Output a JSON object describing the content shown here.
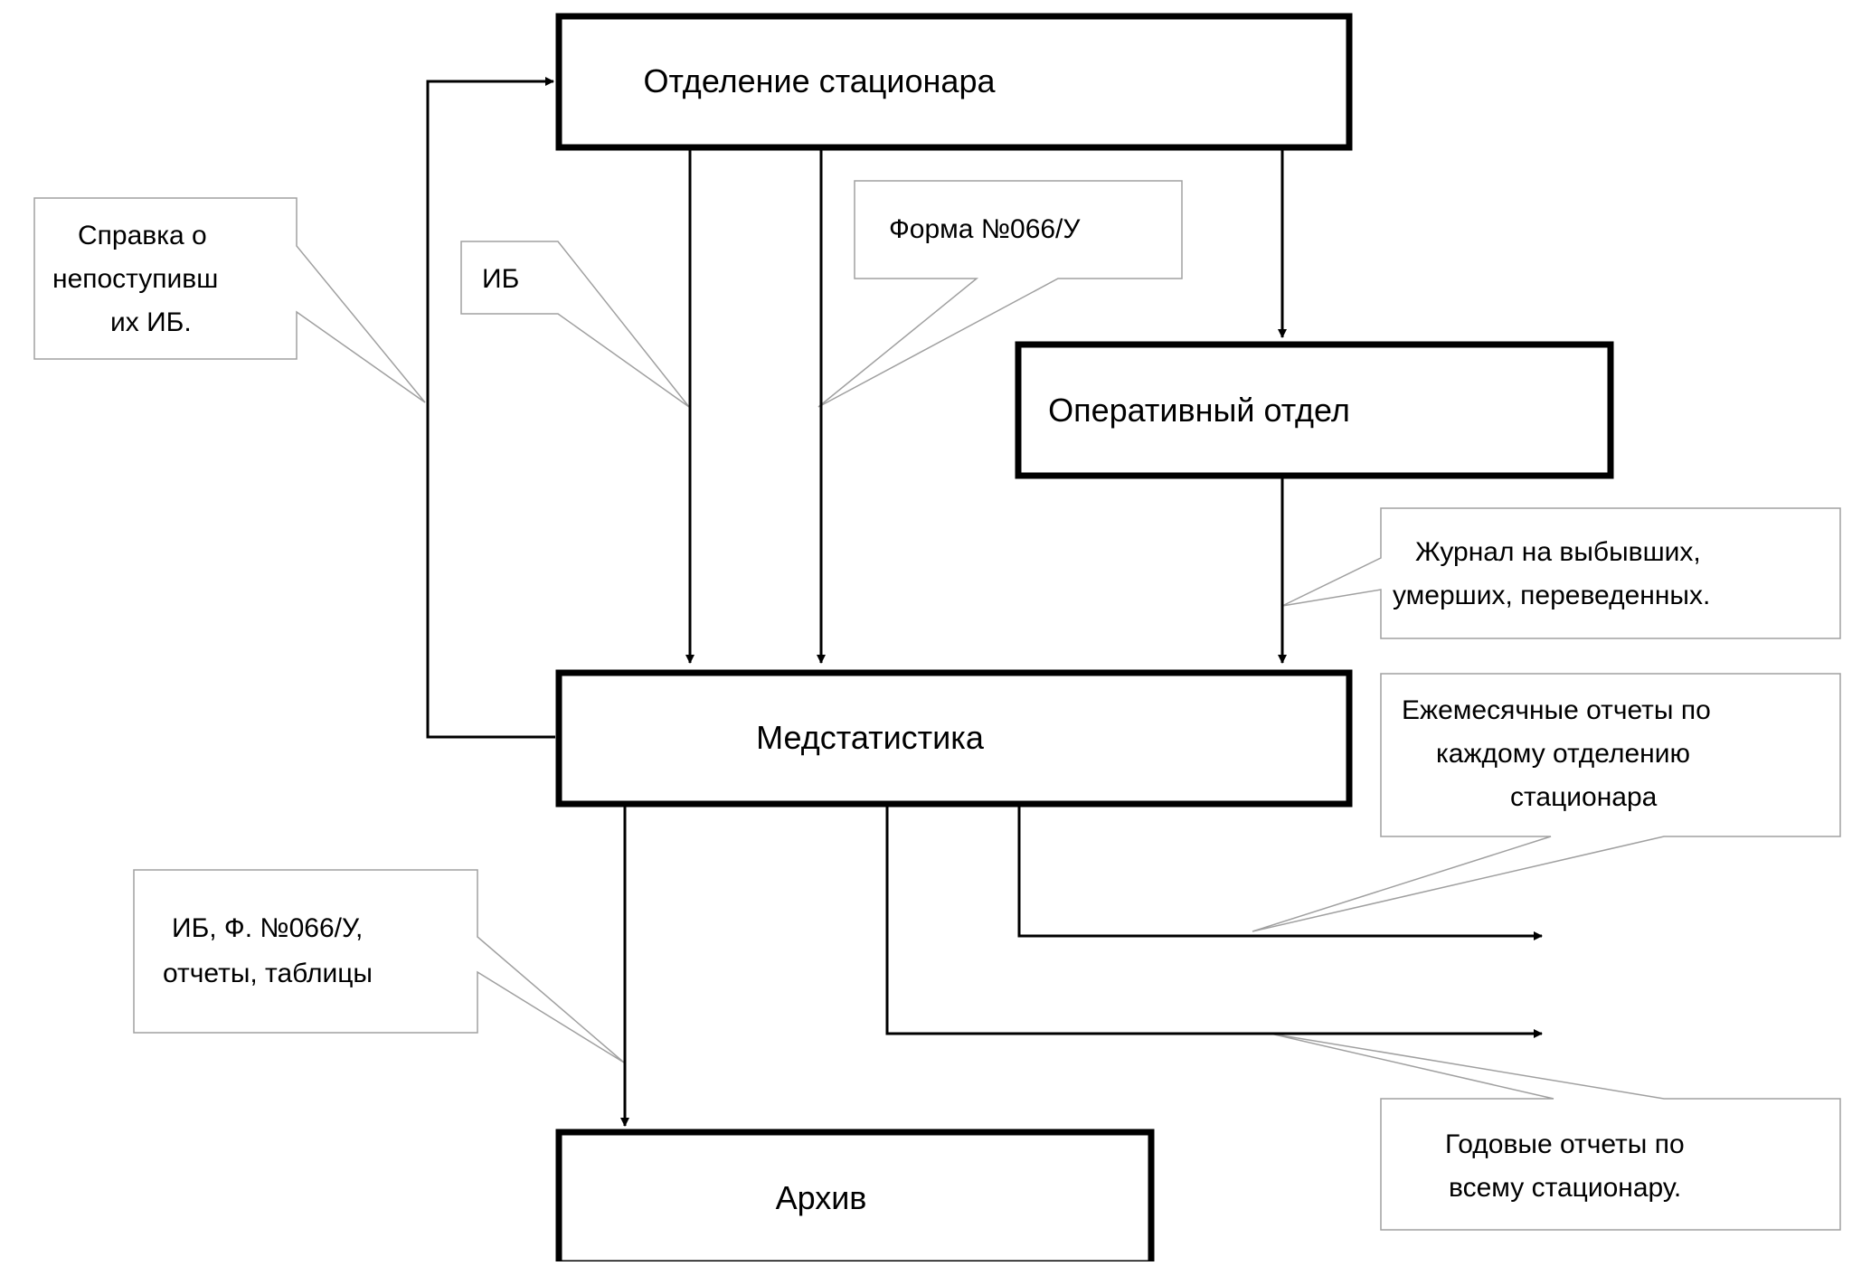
{
  "nodes": {
    "department": "Отделение стационара",
    "operations": "Оперативный отдел",
    "medstat": "Медстатистика",
    "archive": "Архив"
  },
  "callouts": {
    "certificate": [
      "Справка о",
      "непоступивш",
      "их ИБ."
    ],
    "ib": [
      "ИБ"
    ],
    "form066": [
      "Форма №066/У"
    ],
    "journal": [
      "Журнал на выбывших,",
      "умерших, переведенных."
    ],
    "monthly": [
      "Ежемесячные отчеты по",
      "каждому отделению",
      "стационара"
    ],
    "archive_docs": [
      "ИБ, Ф. №066/У,",
      "отчеты, таблицы"
    ],
    "annual": [
      "Годовые отчеты по",
      "всему стационару."
    ]
  },
  "colors": {
    "line": "#000000",
    "callout_border": "#a0a0a0",
    "background": "#ffffff"
  }
}
